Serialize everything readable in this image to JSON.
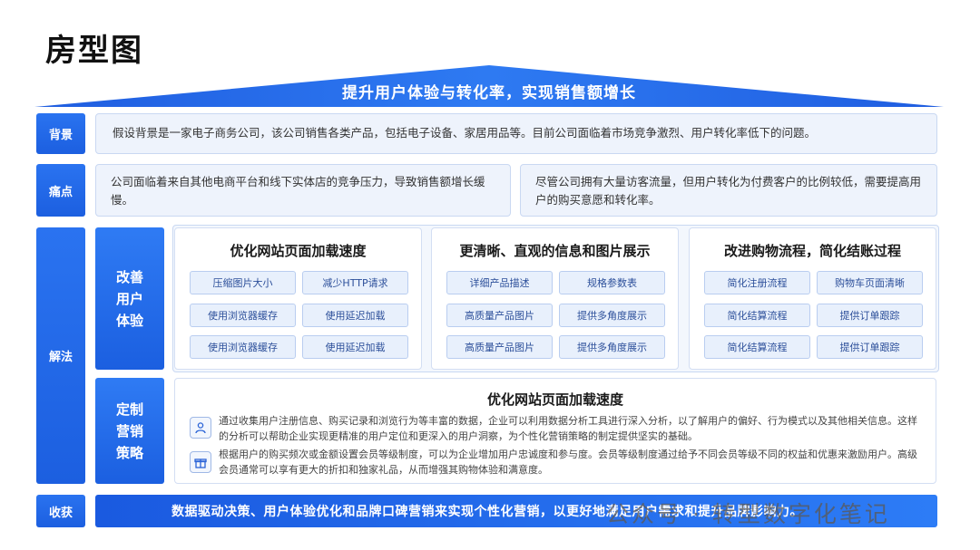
{
  "title": "房型图",
  "roof_text": "提升用户体验与转化率，实现销售额增长",
  "rows": {
    "background": {
      "label": "背景",
      "text": "假设背景是一家电子商务公司，该公司销售各类产品，包括电子设备、家居用品等。目前公司面临着市场竞争激烈、用户转化率低下的问题。"
    },
    "pain": {
      "label": "痛点",
      "left": "公司面临着来自其他电商平台和线下实体店的竞争压力，导致销售额增长缓慢。",
      "right": "尽管公司拥有大量访客流量，但用户转化为付费客户的比例较低，需要提高用户的购买意愿和转化率。"
    },
    "solution": {
      "label": "解法",
      "ux": {
        "label": "改善用户体验",
        "cards": [
          {
            "title": "优化网站页面加载速度",
            "chips": [
              "压缩图片大小",
              "减少HTTP请求",
              "使用浏览器缓存",
              "使用延迟加载",
              "使用浏览器缓存",
              "使用延迟加载"
            ]
          },
          {
            "title": "更清晰、直观的信息和图片展示",
            "chips": [
              "详细产品描述",
              "规格参数表",
              "高质量产品图片",
              "提供多角度展示",
              "高质量产品图片",
              "提供多角度展示"
            ]
          },
          {
            "title": "改进购物流程，简化结账过程",
            "chips": [
              "简化注册流程",
              "购物车页面清晰",
              "简化结算流程",
              "提供订单跟踪",
              "简化结算流程",
              "提供订单跟踪"
            ]
          }
        ]
      },
      "marketing": {
        "label": "定制营销策略",
        "title": "优化网站页面加载速度",
        "lines": [
          {
            "icon": "users-icon",
            "text": "通过收集用户注册信息、购买记录和浏览行为等丰富的数据，企业可以利用数据分析工具进行深入分析，以了解用户的偏好、行为模式以及其他相关信息。这样的分析可以帮助企业实现更精准的用户定位和更深入的用户洞察，为个性化营销策略的制定提供坚实的基础。"
          },
          {
            "icon": "gift-icon",
            "text": "根据用户的购买频次或金额设置会员等级制度，可以为企业增加用户忠诚度和参与度。会员等级制度通过给予不同会员等级不同的权益和优惠来激励用户。高级会员通常可以享有更大的折扣和独家礼品，从而增强其购物体验和满意度。"
          }
        ]
      }
    },
    "harvest": {
      "label": "收获",
      "text": "数据驱动决策、用户体验优化和品牌口碑营销来实现个性化营销，以更好地满足用户需求和提升品牌影响力。"
    }
  },
  "watermark": "公众号 · 转型数字化笔记",
  "colors": {
    "primary": "#1c5fe0",
    "panel": "#eef3fc",
    "chip": "#e8f0fc"
  }
}
